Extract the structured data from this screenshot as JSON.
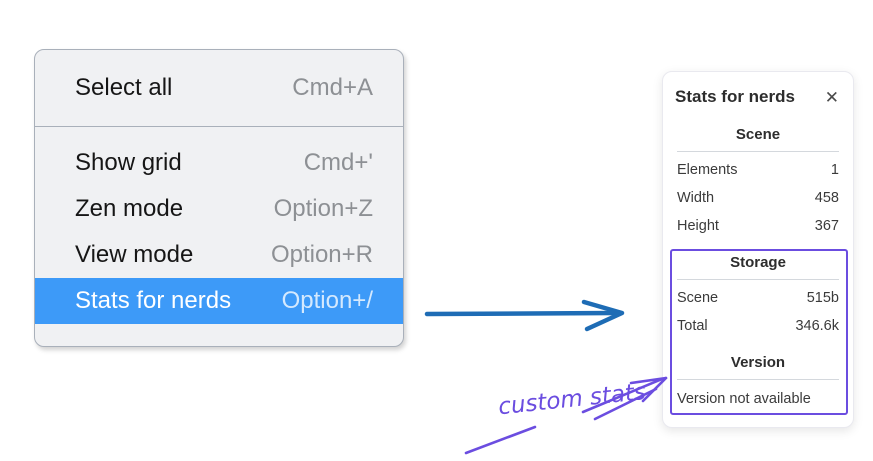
{
  "menu": {
    "items_group1": [
      {
        "label": "Select all",
        "shortcut": "Cmd+A"
      }
    ],
    "items_group2": [
      {
        "label": "Show grid",
        "shortcut": "Cmd+'"
      },
      {
        "label": "Zen mode",
        "shortcut": "Option+Z"
      },
      {
        "label": "View mode",
        "shortcut": "Option+R"
      },
      {
        "label": "Stats for nerds",
        "shortcut": "Option+/"
      }
    ]
  },
  "stats_panel": {
    "title": "Stats for nerds",
    "close_icon": "✕",
    "scene_section": {
      "header": "Scene",
      "rows": [
        {
          "label": "Elements",
          "value": "1"
        },
        {
          "label": "Width",
          "value": "458"
        },
        {
          "label": "Height",
          "value": "367"
        }
      ]
    },
    "storage_section": {
      "header": "Storage",
      "rows": [
        {
          "label": "Scene",
          "value": "515b"
        },
        {
          "label": "Total",
          "value": "346.6k"
        }
      ]
    },
    "version_section": {
      "header": "Version",
      "note": "Version not available"
    }
  },
  "annotation": {
    "label": "custom stats"
  },
  "colors": {
    "menu_highlight": "#3d9af8",
    "arrow_blue": "#1e6cb5",
    "annotation_purple": "#6b4de0"
  }
}
